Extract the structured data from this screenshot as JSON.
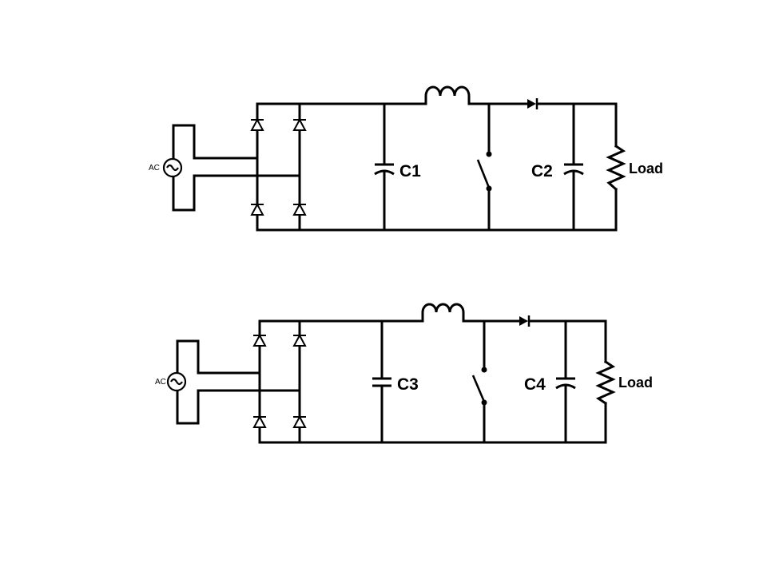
{
  "circuits": [
    {
      "source_label": "AC",
      "input_cap_label": "C1",
      "output_cap_label": "C2",
      "load_label": "Load"
    },
    {
      "source_label": "AC",
      "input_cap_label": "C3",
      "output_cap_label": "C4",
      "load_label": "Load"
    }
  ],
  "colors": {
    "line": "#000000",
    "background": "#ffffff"
  },
  "icons": [
    "ac-source-icon",
    "diode-icon",
    "inductor-icon",
    "switch-icon",
    "capacitor-icon",
    "resistor-icon"
  ]
}
